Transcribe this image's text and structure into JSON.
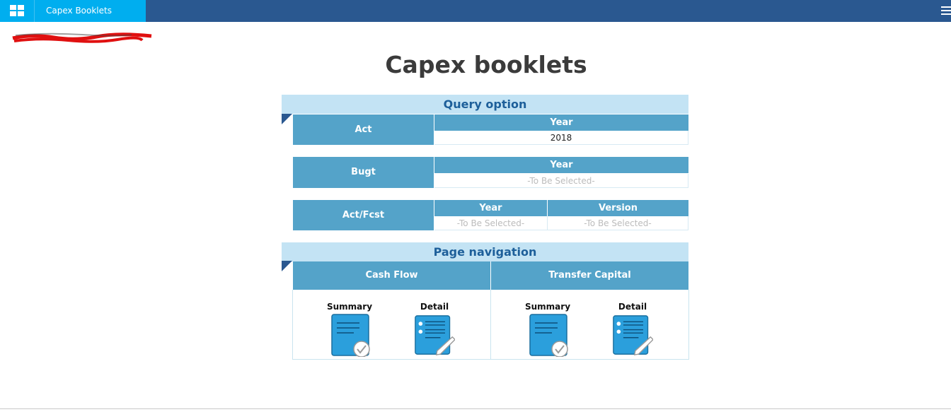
{
  "topbar": {
    "app_icon": "windows-grid-icon",
    "tab_title": "Capex Booklets",
    "menu_icon": "hamburger-menu-icon"
  },
  "page": {
    "title": "Capex booklets"
  },
  "query_section": {
    "title": "Query option",
    "rows": [
      {
        "label": "Act",
        "columns": [
          {
            "header": "Year",
            "value": "2018"
          }
        ]
      },
      {
        "label": "Bugt",
        "columns": [
          {
            "header": "Year",
            "value": "-To Be Selected-"
          }
        ]
      },
      {
        "label": "Act/Fcst",
        "columns": [
          {
            "header": "Year",
            "value": "-To Be Selected-"
          },
          {
            "header": "Version",
            "value": "-To Be Selected-"
          }
        ]
      }
    ]
  },
  "nav_section": {
    "title": "Page navigation",
    "groups": [
      {
        "title": "Cash Flow",
        "links": [
          {
            "label": "Summary",
            "icon": "summary-document-check-icon"
          },
          {
            "label": "Detail",
            "icon": "detail-document-pencil-icon"
          }
        ]
      },
      {
        "title": "Transfer Capital",
        "links": [
          {
            "label": "Summary",
            "icon": "summary-document-check-icon"
          },
          {
            "label": "Detail",
            "icon": "detail-document-pencil-icon"
          }
        ]
      }
    ]
  },
  "colors": {
    "topbar": "#2a5890",
    "accent": "#00aeef",
    "section_bar": "#c3e3f4",
    "cell_header": "#54a3c9",
    "icon_blue": "#2b9fdc"
  }
}
